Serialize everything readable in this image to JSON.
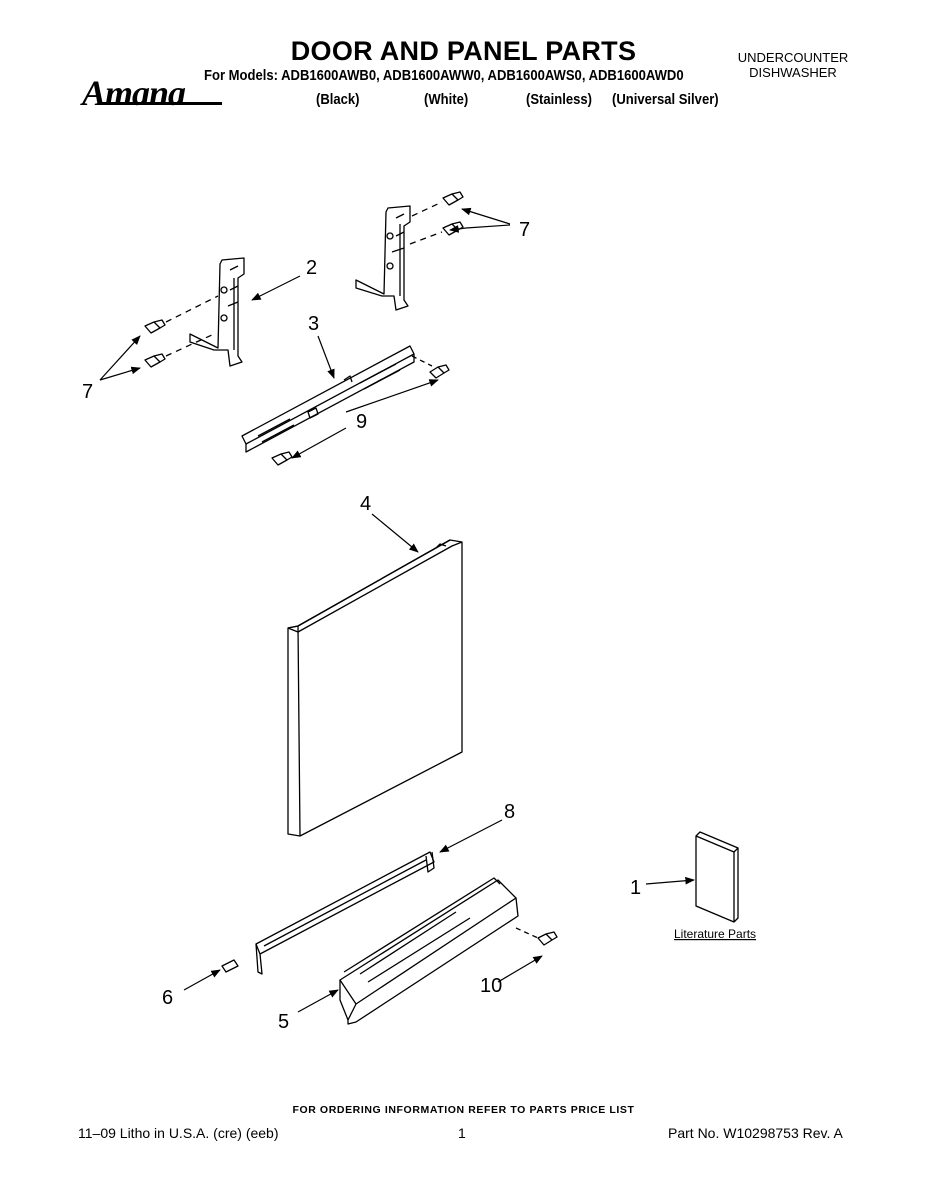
{
  "header": {
    "title": "DOOR AND PANEL PARTS",
    "models_line": "For Models: ADB1600AWB0, ADB1600AWW0, ADB1600AWS0, ADB1600AWD0",
    "variants": [
      "(Black)",
      "(White)",
      "(Stainless)",
      "(Universal Silver)"
    ],
    "appliance_type_line1": "UNDERCOUNTER",
    "appliance_type_line2": "DISHWASHER",
    "brand": "Amana"
  },
  "diagram": {
    "callouts": {
      "c1": "1",
      "c2": "2",
      "c3": "3",
      "c4": "4",
      "c5": "5",
      "c6": "6",
      "c7_top": "7",
      "c7_left": "7",
      "c8": "8",
      "c9": "9",
      "c10": "10"
    },
    "literature_label": "Literature Parts"
  },
  "footer": {
    "ordering_info": "FOR ORDERING INFORMATION REFER TO PARTS PRICE LIST",
    "litho": "11–09 Litho in U.S.A. (cre) (eeb)",
    "page_number": "1",
    "part_number": "Part No. W10298753 Rev. A"
  }
}
